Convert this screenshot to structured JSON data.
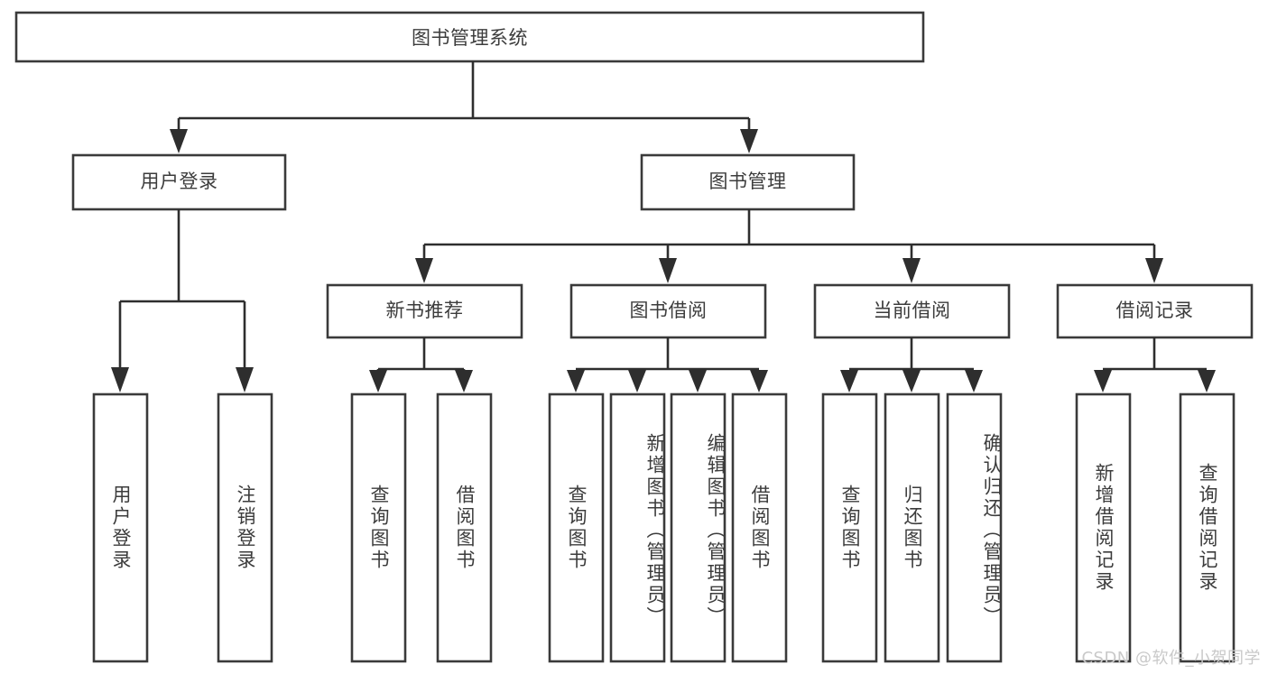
{
  "diagram": {
    "title": "图书管理系统",
    "type": "tree-hierarchy-diagram",
    "colors": {
      "box_border": "#3a3a3a",
      "box_fill": "#ffffff",
      "connector": "#2e2e2e",
      "text": "#3c3c3c",
      "background": "#ffffff",
      "watermark": "#c9c9c9"
    },
    "root": {
      "label": "图书管理系统"
    },
    "level2": [
      {
        "label": "用户登录"
      },
      {
        "label": "图书管理"
      }
    ],
    "level3": [
      {
        "label": "新书推荐"
      },
      {
        "label": "图书借阅"
      },
      {
        "label": "当前借阅"
      },
      {
        "label": "借阅记录"
      }
    ],
    "leaves": {
      "user_login": [
        {
          "label": "用户登录"
        },
        {
          "label": "注销登录"
        }
      ],
      "new_book_recommend": [
        {
          "label": "查询图书"
        },
        {
          "label": "借阅图书"
        }
      ],
      "book_borrow": [
        {
          "label": "查询图书"
        },
        {
          "label": "新增图书（管理员）"
        },
        {
          "label": "编辑图书（管理员）"
        },
        {
          "label": "借阅图书"
        }
      ],
      "current_borrow": [
        {
          "label": "查询图书"
        },
        {
          "label": "归还图书"
        },
        {
          "label": "确认归还（管理员）"
        }
      ],
      "borrow_record": [
        {
          "label": "新增借阅记录"
        },
        {
          "label": "查询借阅记录"
        }
      ]
    }
  },
  "watermark": {
    "text": "CSDN @软件_小贺同学"
  }
}
